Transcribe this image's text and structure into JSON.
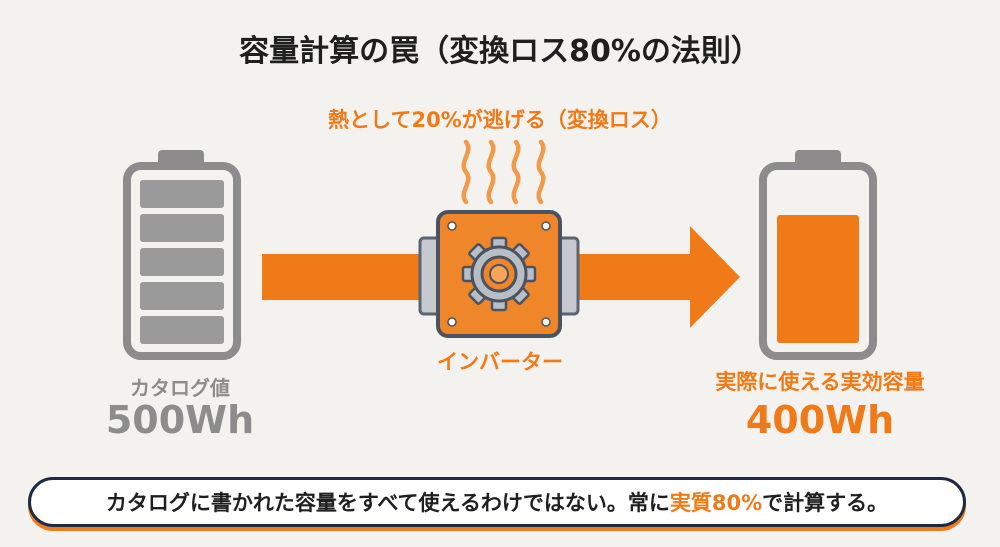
{
  "title": "容量計算の罠（変換ロス80%の法則）",
  "heat_loss_label": "熱として20%が逃げる（変換ロス）",
  "catalog": {
    "label": "カタログ値",
    "value": "500Wh"
  },
  "inverter": {
    "label": "インバーター"
  },
  "actual": {
    "label": "実際に使える実効容量",
    "value": "400Wh"
  },
  "note": {
    "before": "カタログに書かれた容量をすべて使えるわけではない。常に",
    "highlight": "実質80%",
    "after": "で計算する。"
  },
  "colors": {
    "accent": "#f07a18",
    "battery_gray": "#8c8c8c",
    "dark": "#1e2a44",
    "background": "#f3f2ee"
  },
  "icons": [
    "battery-full-icon",
    "arrow-icon",
    "inverter-gear-icon",
    "heat-waves-icon",
    "battery-orange-icon"
  ]
}
